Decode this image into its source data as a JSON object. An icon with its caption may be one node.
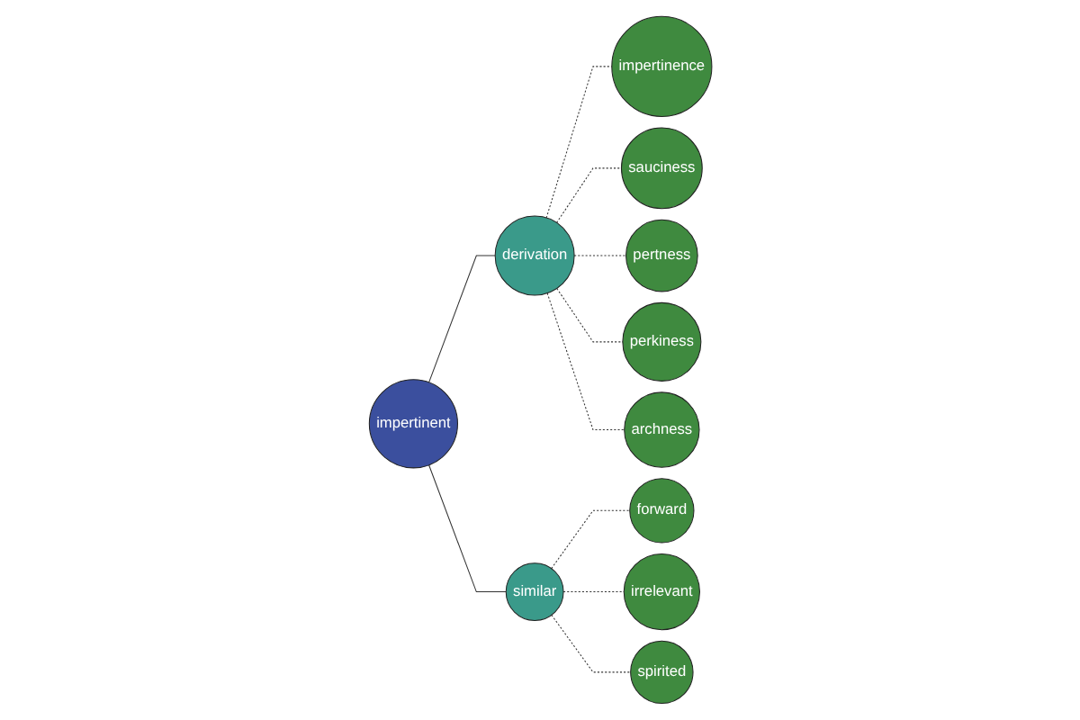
{
  "diagram": {
    "nodes": [
      {
        "text": [
          "impertinence"
        ]
      },
      {
        "text": [
          "sauciness"
        ]
      },
      {
        "text": [
          "perkiness"
        ]
      },
      {
        "text": [
          "pertness"
        ]
      },
      {
        "text": [
          "derivation"
        ]
      },
      {
        "text": [
          "archness"
        ]
      },
      {
        "text": [
          "impertinent"
        ]
      },
      {
        "text": [
          "forward"
        ]
      },
      {
        "text": [
          "similar"
        ]
      },
      {
        "text": [
          "irrelevant"
        ]
      },
      {
        "text": [
          "spirited"
        ]
      }
    ],
    "edges": [
      {
        "from": 6,
        "to": 4,
        "arrow": "none"
      },
      {
        "from": 6,
        "to": 8,
        "arrow": "none"
      },
      {
        "from": 4,
        "to": 0,
        "arrow": "none",
        "style": "dashed"
      },
      {
        "from": 4,
        "to": 1,
        "arrow": "none",
        "style": "dashed"
      },
      {
        "from": 4,
        "to": 3,
        "arrow": "none",
        "style": "dashed"
      },
      {
        "from": 4,
        "to": 2,
        "arrow": "none",
        "style": "dashed"
      },
      {
        "from": 4,
        "to": 5,
        "arrow": "none",
        "style": "dashed"
      },
      {
        "from": 8,
        "to": 7,
        "arrow": "none",
        "style": "dashed"
      },
      {
        "from": 8,
        "to": 9,
        "arrow": "none",
        "style": "dashed"
      },
      {
        "from": 8,
        "to": 10,
        "arrow": "none",
        "style": "dashed"
      }
    ]
  }
}
